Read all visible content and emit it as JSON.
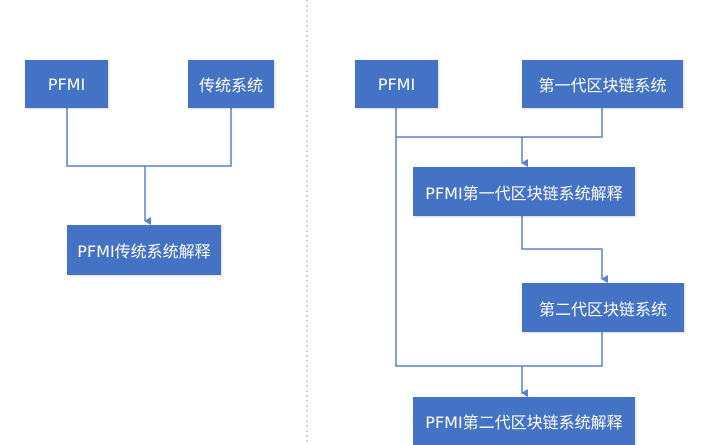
{
  "colors": {
    "node_fill": "#4472c4",
    "node_text": "#ffffff",
    "connector": "#5b82c7",
    "divider": "#a6a6a6",
    "background": "#ffffff"
  },
  "left_diagram": {
    "pfmi": "PFMI",
    "traditional_system": "传统系统",
    "pfmi_traditional_interpretation": "PFMI传统系统解释"
  },
  "right_diagram": {
    "pfmi": "PFMI",
    "gen1_blockchain": "第一代区块链系统",
    "pfmi_gen1_interpretation": "PFMI第一代区块链系统解释",
    "gen2_blockchain": "第二代区块链系统",
    "pfmi_gen2_interpretation": "PFMI第二代区块链系统解释"
  }
}
